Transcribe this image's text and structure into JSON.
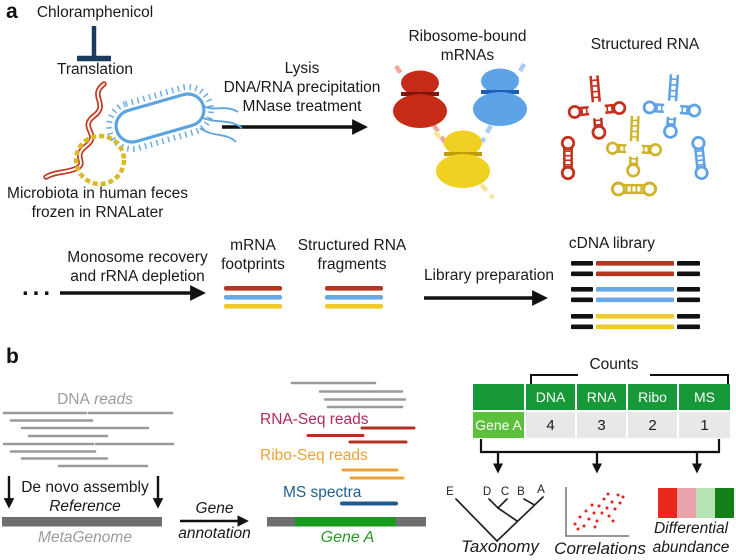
{
  "panel_a": {
    "label": "a",
    "chloramphenicol": "Chloramphenicol",
    "translation": "Translation",
    "microbiota_line1": "Microbiota in human feces",
    "microbiota_line2": "frozen in RNALater",
    "lysis_line1": "Lysis",
    "lysis_line2": "DNA/RNA precipitation",
    "lysis_line3": "MNase treatment",
    "ribosome_bound_line1": "Ribosome-bound",
    "ribosome_bound_line2": "mRNAs",
    "structured_rna_title": "Structured RNA",
    "dots": "...",
    "monosome_line1": "Monosome recovery",
    "monosome_line2": "and rRNA depletion",
    "mrna_footprints_line1": "mRNA",
    "mrna_footprints_line2": "footprints",
    "fragments_line1": "Structured RNA",
    "fragments_line2": "fragments",
    "library_preparation": "Library preparation",
    "cdna_library": "cDNA library"
  },
  "panel_b": {
    "label": "b",
    "dna_reads_normal": "DNA",
    "dna_reads_italic": "reads",
    "denovo_line1": "De novo assembly",
    "denovo_line2": "Reference",
    "metagenome": "MetaGenome",
    "gene_annotation_line1": "Gene",
    "gene_annotation_line2": "annotation",
    "rna_seq_reads": "RNA-Seq reads",
    "ribo_seq_reads": "Ribo-Seq reads",
    "ms_spectra": "MS spectra",
    "gene_a": "Gene A",
    "counts_title": "Counts",
    "table": {
      "columns": [
        "DNA",
        "RNA",
        "Ribo",
        "MS"
      ],
      "row_label": "Gene A",
      "values": [
        "4",
        "3",
        "2",
        "1"
      ]
    },
    "taxonomy_tips": [
      "E",
      "D",
      "C",
      "B",
      "A"
    ],
    "taxonomy_label": "Taxonomy",
    "correlations_label": "Correlations",
    "diff_line1": "Differential",
    "diff_line2": "abundance"
  },
  "colors": {
    "red": "#c62b17",
    "blue": "#5ea3e8",
    "yellow": "#f0d020",
    "brick_red_line": "#b5351f",
    "magenta_label": "#b12a5b",
    "orange_label": "#f0a135",
    "navy_label": "#21608e",
    "gene_green": "#189a1e",
    "table_header_green": "#17993a",
    "gene_a_cell_green": "#5dc03d",
    "data_cell_gray": "#e8e8e8",
    "read_gray": "#9a9a9a",
    "inhibition_navy": "#1c3c5e",
    "diff_squares": [
      "#e8281e",
      "#eaa3aa",
      "#b7e3b4",
      "#157f17"
    ]
  }
}
